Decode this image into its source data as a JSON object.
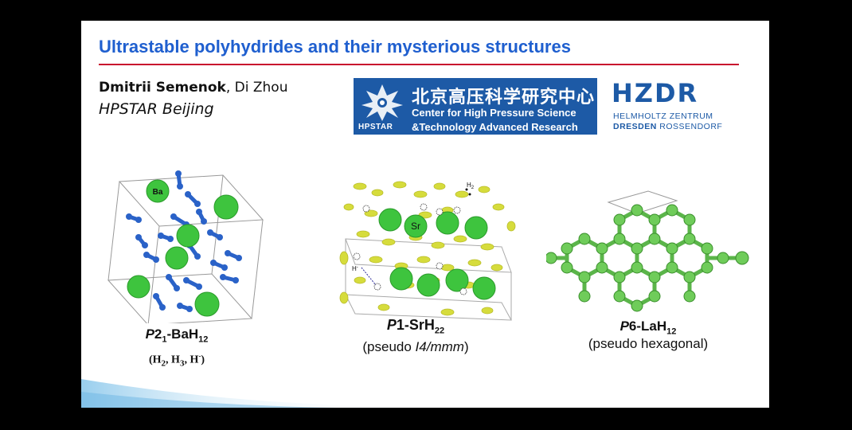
{
  "slide": {
    "title": "Ultrastable polyhydrides and their mysterious structures",
    "author_main": "Dmitrii Semenok",
    "author_rest": ", Di Zhou",
    "affiliation": "HPSTAR Beijing"
  },
  "logos": {
    "hpstar": {
      "abbr": "HPSTAR",
      "name_zh": "北京高压科学研究中心",
      "name_en_line1": "Center for High Pressure Science",
      "name_en_line2": "&Technology Advanced Research",
      "color": "#1d5aa6"
    },
    "hzdr": {
      "mark": "HZDR",
      "line1": "HELMHOLTZ ZENTRUM",
      "line2_bold": "DRESDEN",
      "line2_rest": " ROSSENDORF",
      "color": "#1d5aa6"
    }
  },
  "structures": [
    {
      "atom_label": "Ba",
      "formula_prefix": "P",
      "formula_num": "2",
      "formula_numsub": "1",
      "formula_elem": "-BaH",
      "formula_hsub": "12",
      "note_open": "(H",
      "note_h2sub": "2",
      "note_mid": ", H",
      "note_h3sub": "3",
      "note_end": ", H",
      "note_sup": "-",
      "note_close": ")"
    },
    {
      "atom_label": "Sr",
      "h2_label": "H",
      "h2_sub": "2",
      "hminus_label": "H",
      "hminus_sup": "-",
      "formula_prefix": "P",
      "formula_num": "1",
      "formula_elem": "-SrH",
      "formula_hsub": "22",
      "note_open": "(pseudo ",
      "note_italic": "I4/mmm",
      "note_close": ")"
    },
    {
      "formula_prefix": "P",
      "formula_num": "6",
      "formula_elem": "-LaH",
      "formula_hsub": "12",
      "note": "(pseudo hexagonal)"
    }
  ],
  "colors": {
    "title": "#1f5fcf",
    "rule": "#c8102e",
    "metal_atom": "#3ec43e",
    "hydrogen_ba": "#2a62c8",
    "hydrogen_sr": "#d6dc3c"
  }
}
